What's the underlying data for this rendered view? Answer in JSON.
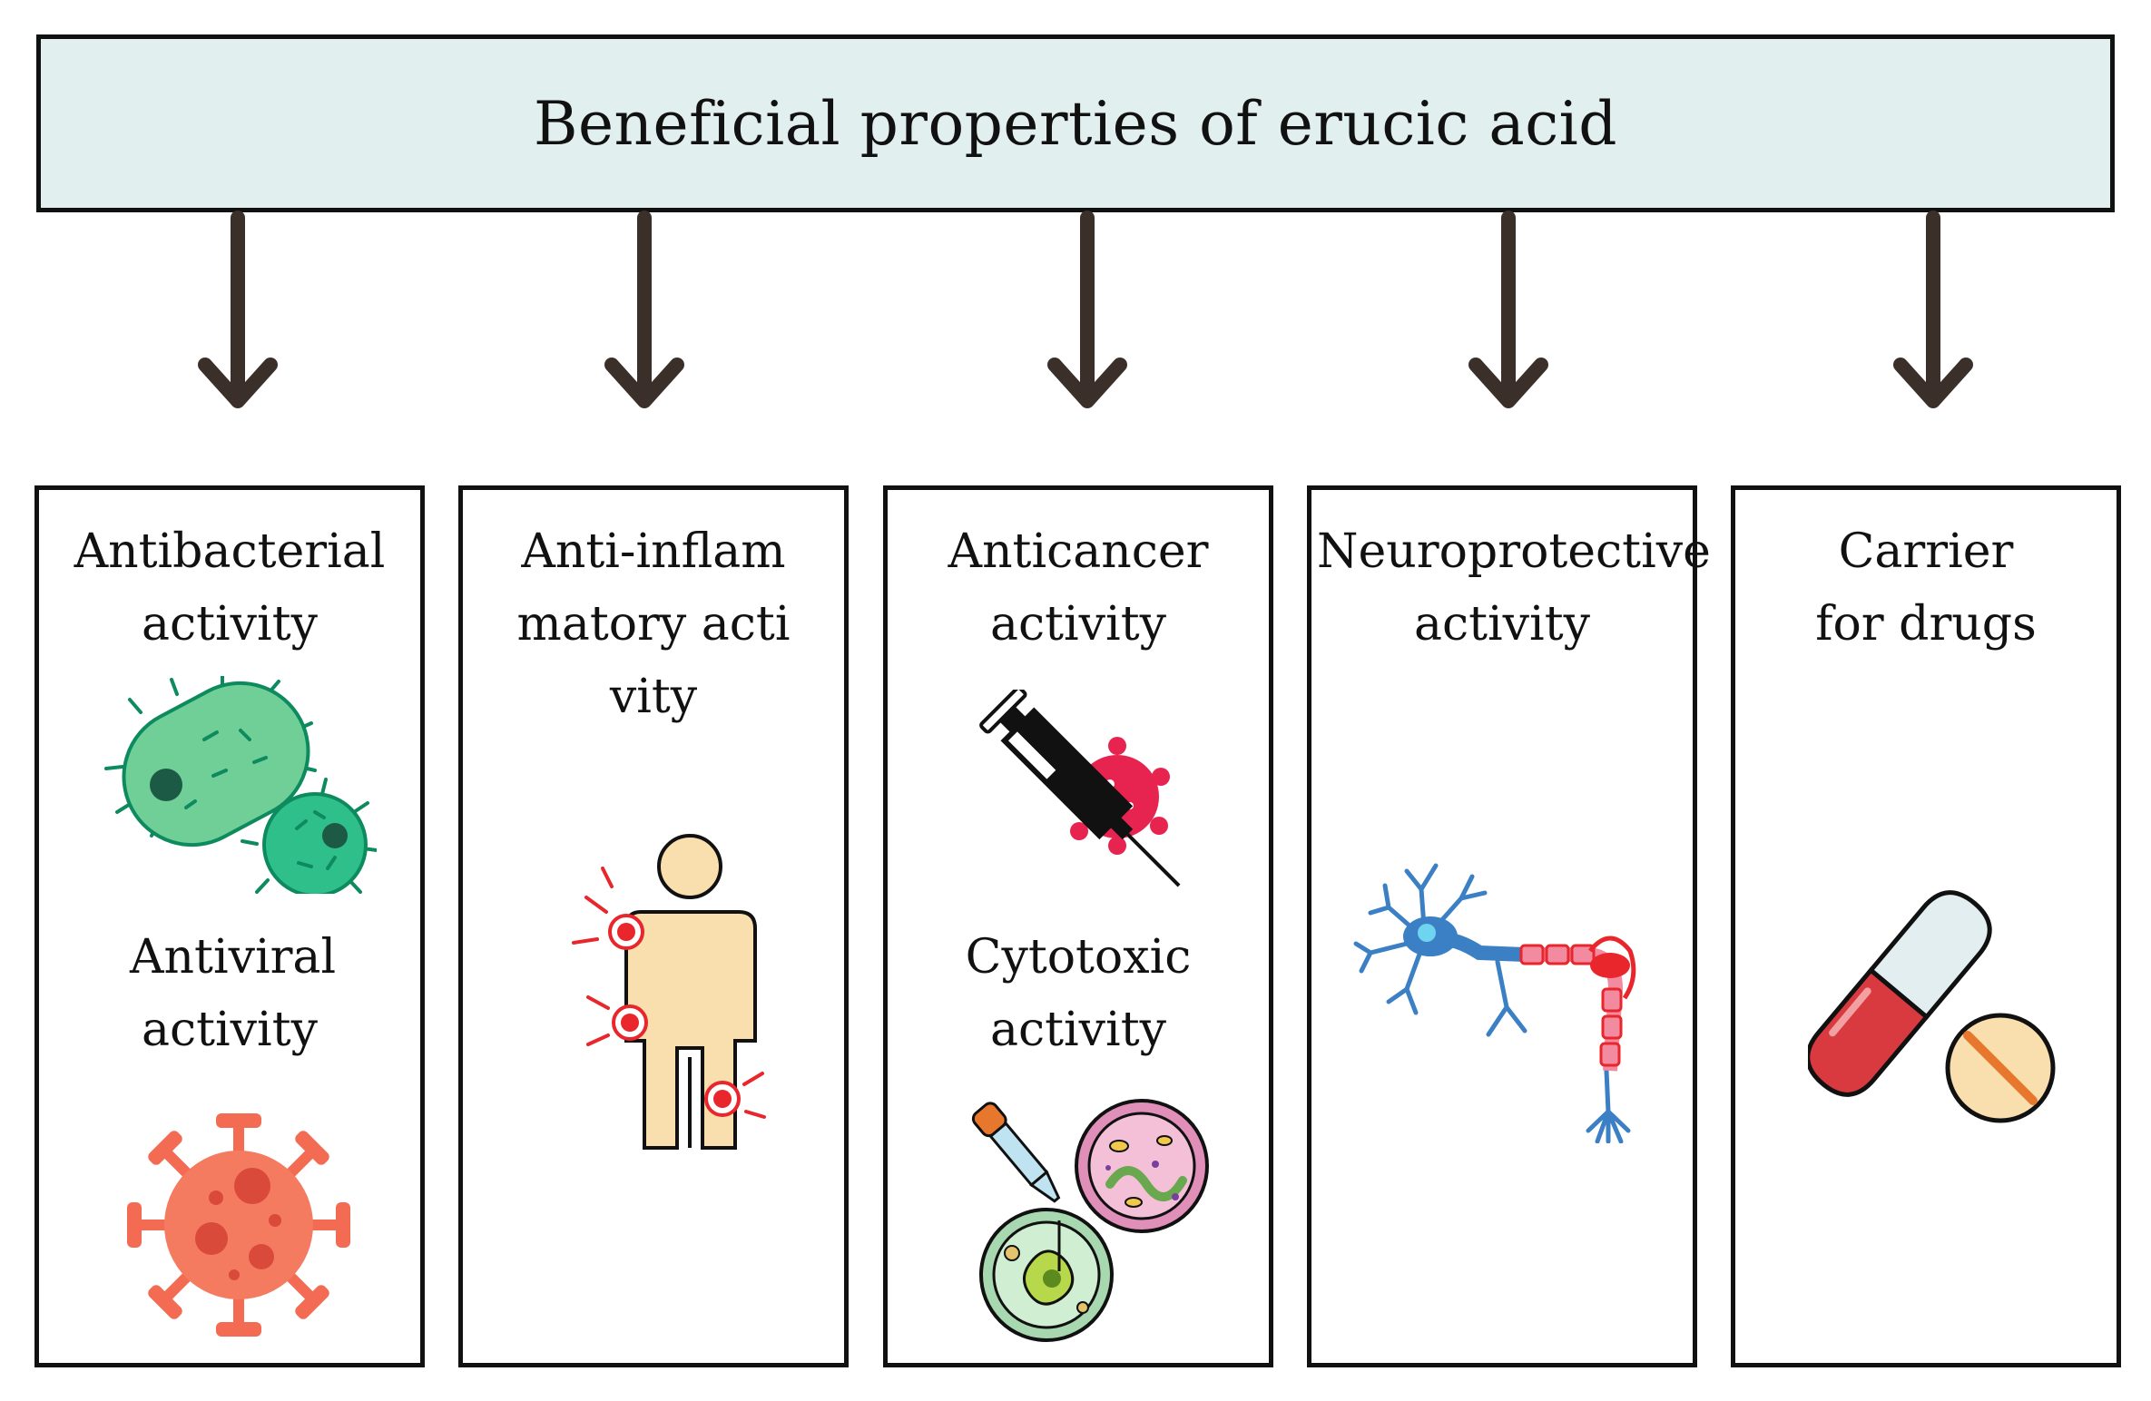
{
  "title": "Beneficial properties of erucic acid",
  "properties": [
    {
      "label": "Antibacterial activity",
      "icon": "bacteria-icon",
      "secondary_label": "Antiviral activity",
      "secondary_icon": "virus-icon"
    },
    {
      "label": "Anti-inflammatory activity",
      "icon": "inflamed-joints-person-icon"
    },
    {
      "label": "Anticancer activity",
      "icon": "syringe-cancer-cell-icon",
      "secondary_label": "Cytotoxic activity",
      "secondary_icon": "petri-dish-cells-icon"
    },
    {
      "label": "Neuroprotective activity",
      "icon": "neuron-icon"
    },
    {
      "label": "Carrier for drugs",
      "icon": "capsule-pill-icon"
    }
  ],
  "colors": {
    "title_box": "#e1efee",
    "arrow": "#3b2f2a",
    "bacteria": "#5cc48a",
    "virus": "#f26b52",
    "inflammation": "#e8262b",
    "neuron": "#3b7fc4",
    "capsule": "#d93a3f"
  }
}
